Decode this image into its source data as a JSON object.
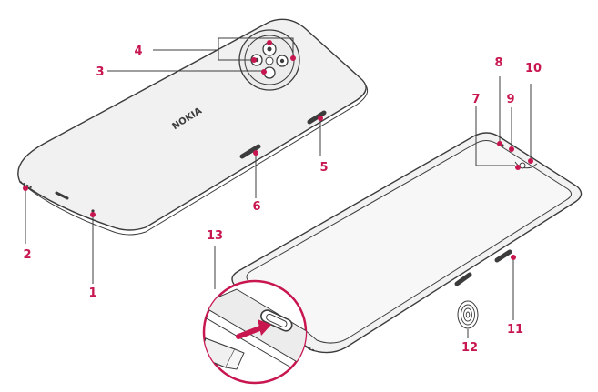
{
  "brand": {
    "logo_text": "NOKIA"
  },
  "colors": {
    "accent": "#c8164f",
    "outline": "#3c3c3c",
    "body": "#f0f0f0",
    "screen": "#f4f4f4"
  },
  "callouts": {
    "c1": "1",
    "c2": "2",
    "c3": "3",
    "c4": "4",
    "c5": "5",
    "c6": "6",
    "c7": "7",
    "c8": "8",
    "c9": "9",
    "c10": "10",
    "c11": "11",
    "c12": "12",
    "c13": "13"
  },
  "icons": [
    "fingerprint-icon",
    "arrow-icon"
  ]
}
